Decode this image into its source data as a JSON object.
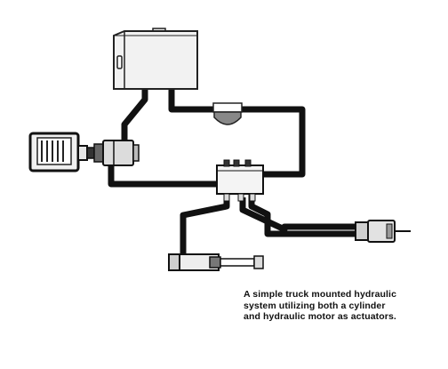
{
  "caption": {
    "line1": "A simple truck mounted hydraulic",
    "line2": "system utilizing both a cylinder",
    "line3": "and hydraulic motor as actuators."
  },
  "colors": {
    "hose": "#111111",
    "component_fill": "#efefef",
    "component_stroke": "#222222",
    "background": "#ffffff"
  },
  "components": [
    "reservoir-tank",
    "hydraulic-filter",
    "hydraulic-pump",
    "pto-gearbox",
    "control-valve",
    "hydraulic-motor",
    "hydraulic-cylinder"
  ]
}
